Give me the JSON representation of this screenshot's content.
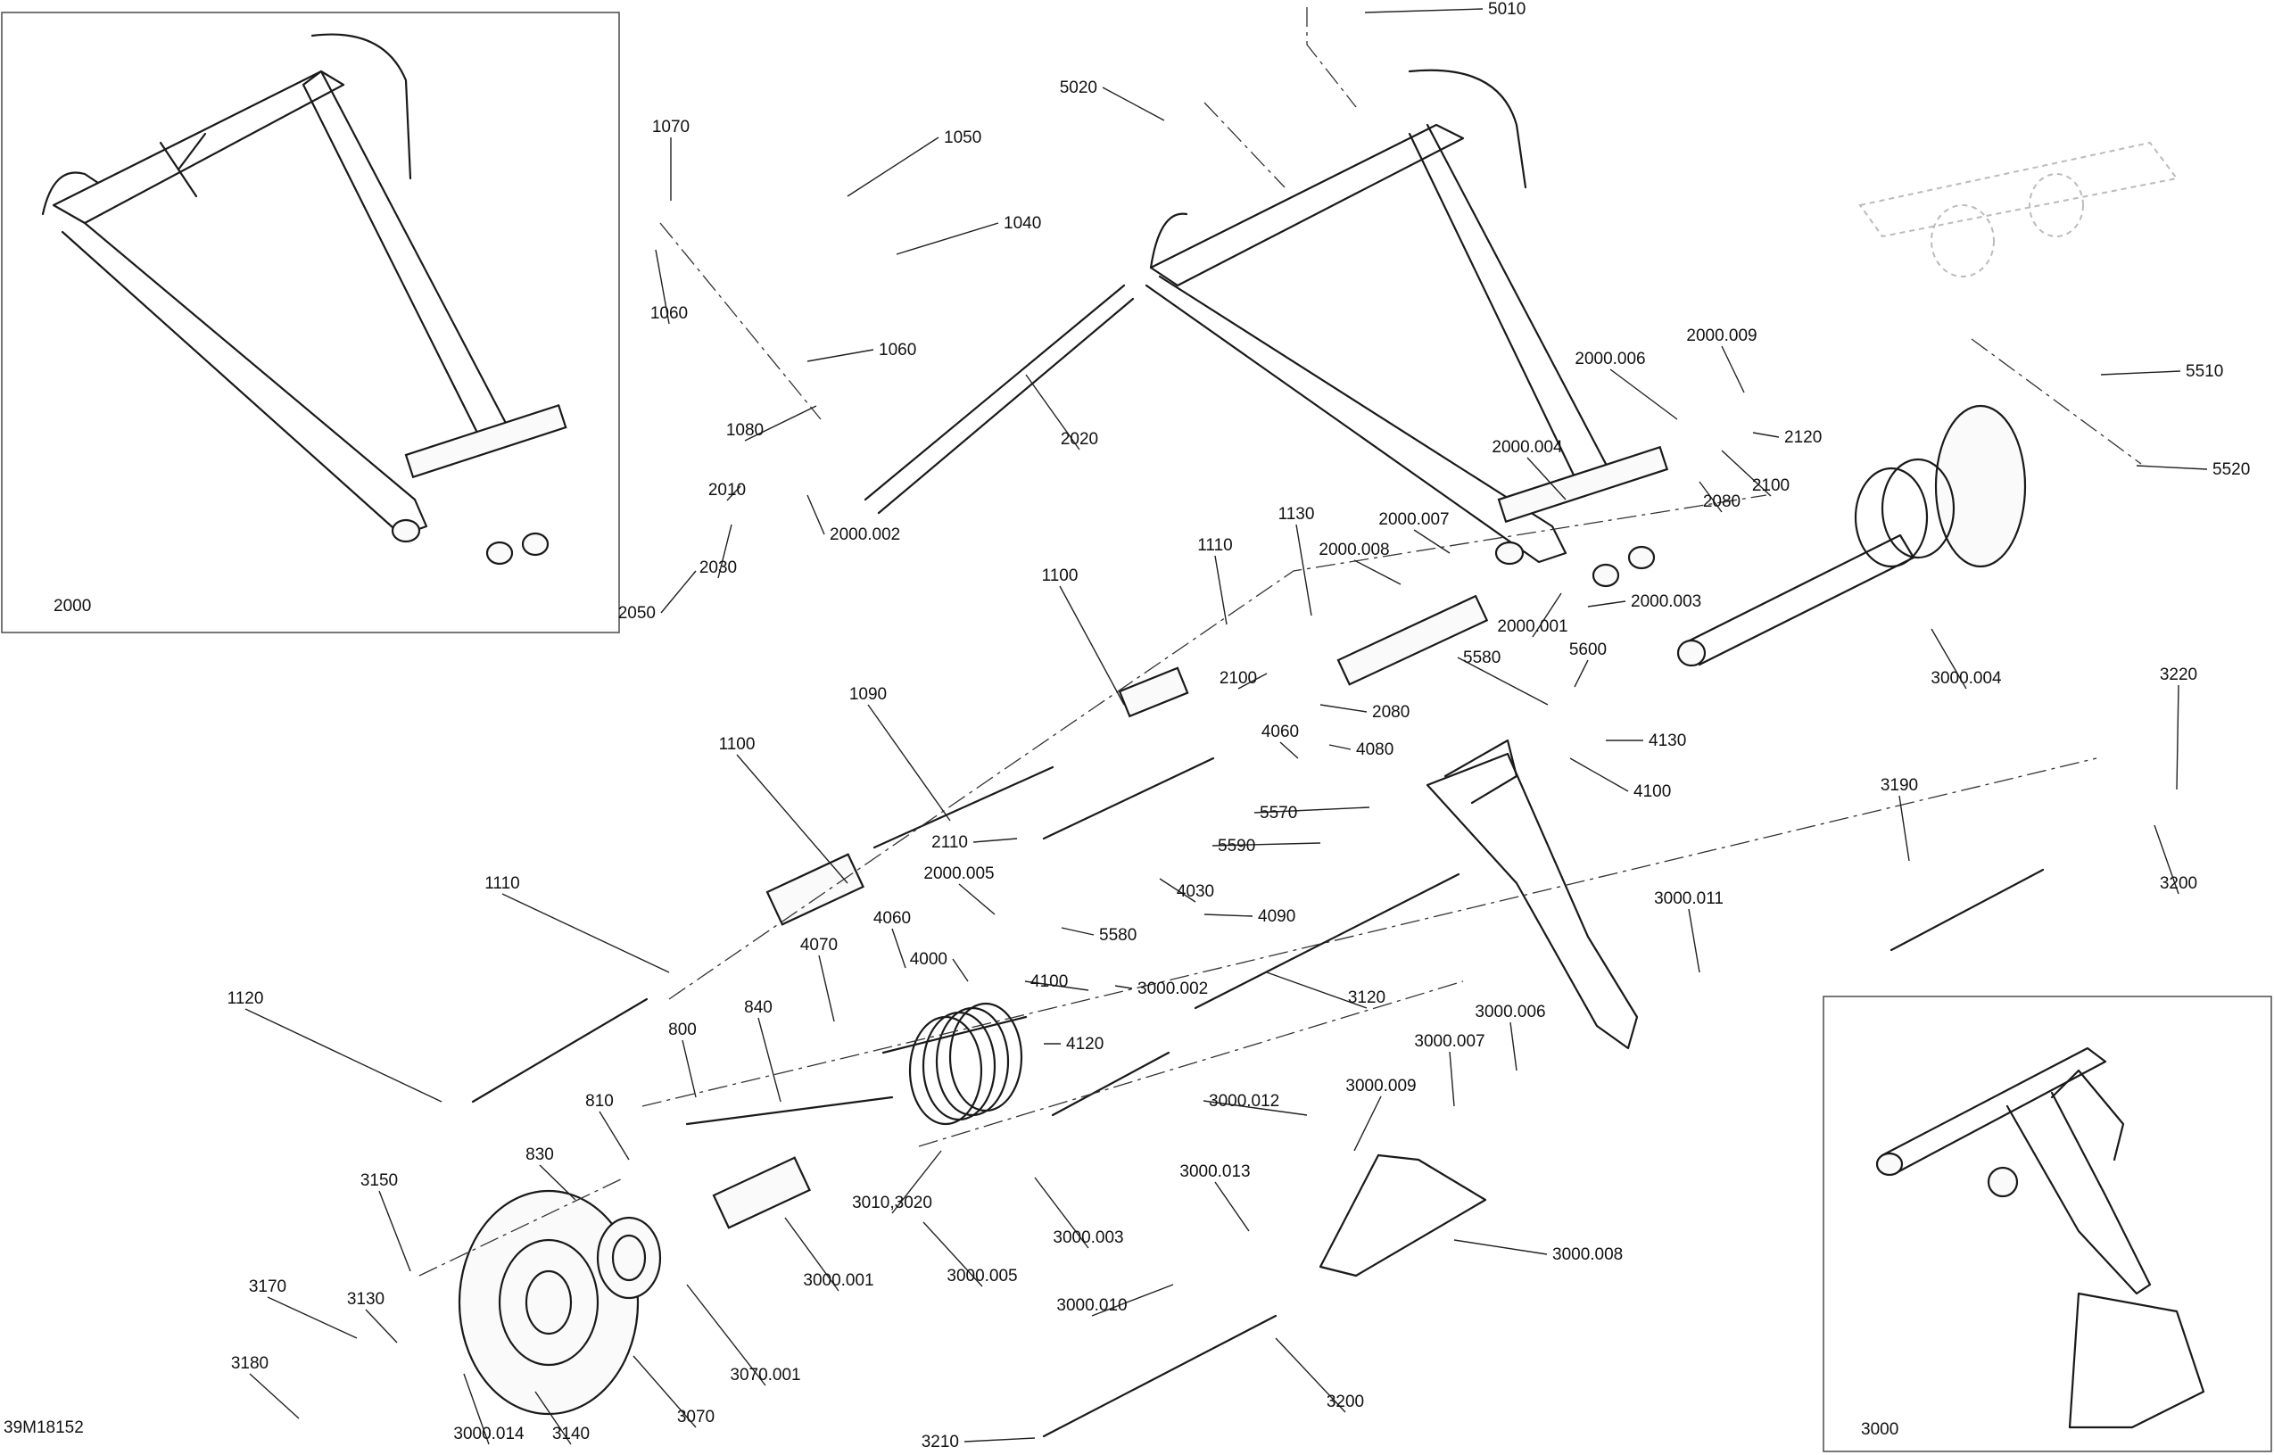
{
  "diagram_id": "39M18152",
  "insets": {
    "frame_label": "2000",
    "rear_arm_label": "3000"
  },
  "callouts": [
    "5010",
    "5020",
    "1070",
    "1050",
    "1040",
    "1060",
    "1060",
    "1080",
    "2020",
    "2000.002",
    "2010",
    "2030",
    "2050",
    "2000.006",
    "2000.009",
    "2120",
    "2100",
    "2080",
    "2000.004",
    "2000.007",
    "2000.008",
    "2000.003",
    "2000.001",
    "1130",
    "1110",
    "2100",
    "2080",
    "1100",
    "5510",
    "5520",
    "3000.004",
    "5580",
    "5600",
    "4130",
    "4100",
    "4060",
    "4080",
    "5570",
    "5590",
    "3220",
    "3190",
    "3200",
    "1090",
    "2110",
    "4030",
    "1100",
    "2000.005",
    "5580",
    "4090",
    "1110",
    "4060",
    "4070",
    "4000",
    "4100",
    "3000.002",
    "3120",
    "3000.011",
    "1120",
    "840",
    "800",
    "4120",
    "3000.006",
    "3000.007",
    "3000.009",
    "3000.012",
    "810",
    "830",
    "3010,3020",
    "3000.003",
    "3000.013",
    "3150",
    "3000.005",
    "3000.001",
    "3000.008",
    "3070.001",
    "3000.010",
    "3170",
    "3130",
    "3180",
    "3070",
    "3000.014",
    "3140",
    "3200",
    "3210"
  ]
}
